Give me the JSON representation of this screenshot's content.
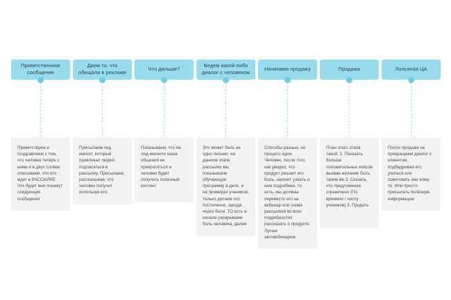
{
  "diagram": {
    "title": "Email funnel stages flowchart",
    "colors": {
      "header_fill": "#96dcee",
      "header_text": "#31444a",
      "card_fill": "#f2f2f3",
      "card_text": "#4d4d4f",
      "connector": "#69cfe8",
      "background": "#ffffff"
    },
    "stages": [
      {
        "header": "Приветственное сообщение",
        "detail": "Приветствуем и поздравляем с тем, что человек теперь с нами и в двух словах описываем, что его ждет в РАССЫЛКЕ. Что будет вне покажут следующие сообщения",
        "size": "short"
      },
      {
        "header": "Даем то, что обещали в рекламе",
        "detail": "Присылаем лид магнит, который привлекал людей подписаться в рассылку. Присылаем, рассказывая, что человек получит используя его.",
        "size": "short"
      },
      {
        "header": "Что дальше?",
        "detail": "Показываем, что на лид-магните наше общений не прекратиться и человек будет получать полезный контент.",
        "size": "short"
      },
      {
        "header": "Ведем какой-либо диалог с человеком",
        "detail": "Это может быть не одно письмо, на данном этапе рассылки мы показываем обучающую программу в деле, и на примерах учеников, только делаем это постепенно, заходя через боли. ТО есть в начале раскрываем боль человека, далее",
        "size": "tall"
      },
      {
        "header": "Начинаем продажу",
        "detail": "Способы разные, но процесс один. Человек, после того, как увидел, что продукт решает его боль, захочет узнать о нем подробнее, то есть, мы должны перевести его на вебинар или снова рассылкой во всех подробностях рассказать о продукте. Лучше автовебинаром.",
        "size": "tall"
      },
      {
        "header": "Продажа",
        "detail": "План этого этапа такой: 1. Показать больше положительных кейсов вызвав желание быть таким же 2. Сказать, что предложение ограничено (По времени / числу учеников) 3. Продать",
        "size": "tall"
      },
      {
        "header": "Лольяная ЦА",
        "detail": "После продажи не прекращаем диалог с клиентом, подбадривая его учиться или советовать нас кому-то. Или просто присылать полезную информацию",
        "size": "short"
      }
    ]
  }
}
